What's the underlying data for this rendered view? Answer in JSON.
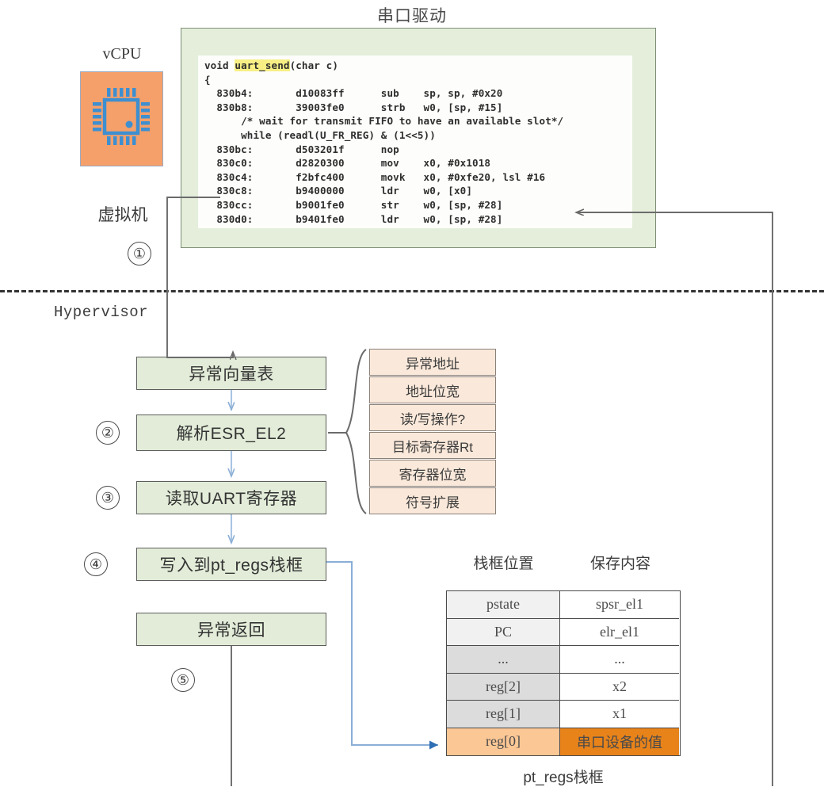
{
  "title": "串口驱动",
  "vcpu": {
    "label": "vCPU",
    "icon": "cpu-chip-icon",
    "box_color": "#F5A06A",
    "glyph_color": "#3E8FD0"
  },
  "zones": {
    "vm_label": "虚拟机",
    "hypervisor_label": "Hypervisor",
    "divider_style": "dashed"
  },
  "code": {
    "lines": [
      {
        "parts": [
          {
            "t": "void ",
            "h": false
          },
          {
            "t": "uart_send",
            "h": true
          },
          {
            "t": "(char c)",
            "h": false
          }
        ]
      },
      {
        "parts": [
          {
            "t": "{",
            "h": false
          }
        ]
      },
      {
        "parts": [
          {
            "t": "  830b4:       d10083ff      sub    sp, sp, #0x20",
            "h": false
          }
        ]
      },
      {
        "parts": [
          {
            "t": "  830b8:       39003fe0      strb   w0, [sp, #15]",
            "h": false
          }
        ]
      },
      {
        "parts": [
          {
            "t": "      /* wait for transmit FIFO to have an available slot*/",
            "h": false
          }
        ]
      },
      {
        "parts": [
          {
            "t": "      while (readl(U_FR_REG) & (1<<5))",
            "h": false
          }
        ]
      },
      {
        "parts": [
          {
            "t": "  830bc:       d503201f      nop",
            "h": false
          }
        ]
      },
      {
        "parts": [
          {
            "t": "  830c0:       d2820300      mov    x0, #0x1018",
            "h": false
          }
        ]
      },
      {
        "parts": [
          {
            "t": "  830c4:       f2bfc400      movk   x0, #0xfe20, lsl #16",
            "h": false
          }
        ]
      },
      {
        "parts": [
          {
            "t": "  830c8:       b9400000      ldr    w0, [x0]",
            "h": false
          }
        ]
      },
      {
        "parts": [
          {
            "t": "  830cc:       b9001fe0      str    w0, [sp, #28]",
            "h": false
          }
        ]
      },
      {
        "parts": [
          {
            "t": "  830d0:       b9401fe0      ldr    w0, [sp, #28]",
            "h": false
          }
        ]
      }
    ],
    "highlight_color": "#f7ef84",
    "panel_color": "#e4eedb"
  },
  "steps": [
    {
      "num": "①"
    },
    {
      "num": "②"
    },
    {
      "num": "③"
    },
    {
      "num": "④"
    },
    {
      "num": "⑤"
    }
  ],
  "flow_boxes": [
    {
      "label": "异常向量表"
    },
    {
      "label": "解析ESR_EL2"
    },
    {
      "label": "读取UART寄存器"
    },
    {
      "label": "写入到pt_regs栈框"
    },
    {
      "label": "异常返回"
    }
  ],
  "esr_fields": [
    "异常地址",
    "地址位宽",
    "读/写操作?",
    "目标寄存器Rt",
    "寄存器位宽",
    "符号扩展"
  ],
  "ptregs": {
    "header": [
      "栈框位置",
      "保存内容"
    ],
    "caption": "pt_regs栈框",
    "rows": [
      {
        "pos": "pstate",
        "val": "spsr_el1",
        "highlight": false
      },
      {
        "pos": "PC",
        "val": "elr_el1",
        "highlight": false
      },
      {
        "pos": "...",
        "val": "...",
        "highlight": false
      },
      {
        "pos": "reg[2]",
        "val": "x2",
        "highlight": false
      },
      {
        "pos": "reg[1]",
        "val": "x1",
        "highlight": false
      },
      {
        "pos": "reg[0]",
        "val": "串口设备的值",
        "highlight": true
      }
    ],
    "highlight_color": "#e8831a"
  },
  "colors": {
    "flow_box_fill": "#e2ecd8",
    "flow_box_border": "#5d5d5d",
    "esr_box_fill": "#fae9da",
    "blue_arrow": "#6f9fd0",
    "dark_arrow": "#6b6b6b"
  }
}
